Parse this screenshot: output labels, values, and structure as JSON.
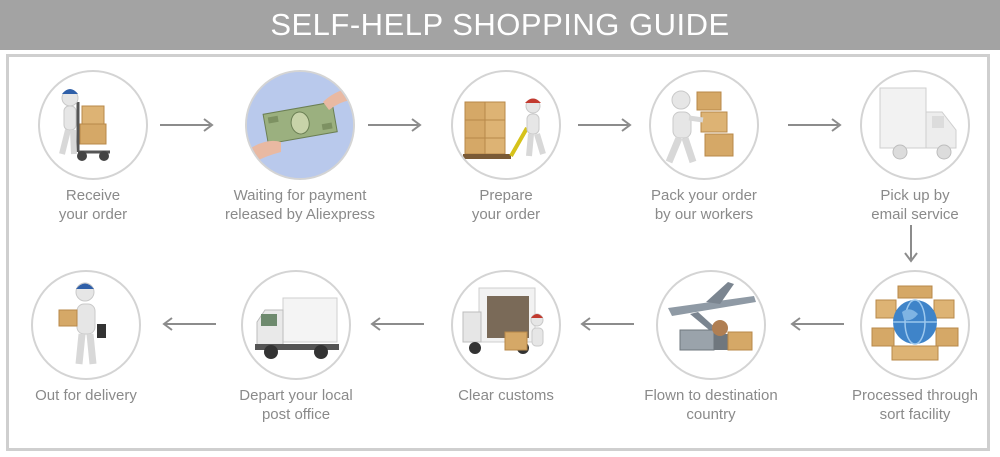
{
  "header": {
    "title": "SELF-HELP SHOPPING GUIDE"
  },
  "steps": [
    {
      "line1": "Receive",
      "line2": "your order"
    },
    {
      "line1": "Waiting for payment",
      "line2": "released by Aliexpress"
    },
    {
      "line1": "Prepare",
      "line2": "your order"
    },
    {
      "line1": "Pack your order",
      "line2": "by our workers"
    },
    {
      "line1": "Pick up by",
      "line2": "email service"
    },
    {
      "line1": "Out for delivery",
      "line2": ""
    },
    {
      "line1": "Depart your local",
      "line2": "post office"
    },
    {
      "line1": "Clear customs",
      "line2": ""
    },
    {
      "line1": "Flown to destination",
      "line2": "country"
    },
    {
      "line1": "Processed through",
      "line2": "sort facility"
    }
  ],
  "icons": [
    "person-hand-truck-icon",
    "dollar-bill-hands-icon",
    "pallet-jack-boxes-icon",
    "person-carrying-boxes-icon",
    "white-truck-icon",
    "delivery-person-icon",
    "box-truck-icon",
    "loading-truck-icon",
    "airplane-cargo-icon",
    "globe-boxes-icon"
  ],
  "colors": {
    "header_bg": "#a3a3a3",
    "header_text": "#ffffff",
    "label_text": "#8a8a8a",
    "arrow": "#8c8c8c",
    "box": "#d5a867",
    "cap": "#2f5fa8"
  }
}
